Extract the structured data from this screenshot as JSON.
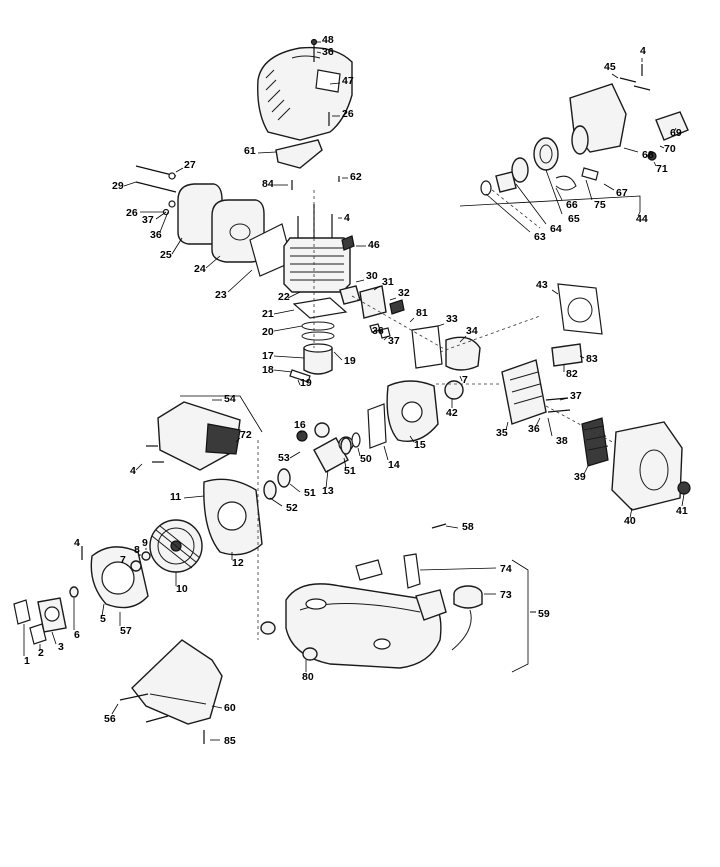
{
  "diagram": {
    "callouts": [
      {
        "label": "48"
      },
      {
        "label": "36"
      },
      {
        "label": "47"
      },
      {
        "label": "26"
      },
      {
        "label": "61"
      },
      {
        "label": "62"
      },
      {
        "label": "84"
      },
      {
        "label": "27"
      },
      {
        "label": "29"
      },
      {
        "label": "26"
      },
      {
        "label": "37"
      },
      {
        "label": "36"
      },
      {
        "label": "25"
      },
      {
        "label": "24"
      },
      {
        "label": "23"
      },
      {
        "label": "4"
      },
      {
        "label": "46"
      },
      {
        "label": "22"
      },
      {
        "label": "30"
      },
      {
        "label": "31"
      },
      {
        "label": "32"
      },
      {
        "label": "21"
      },
      {
        "label": "20"
      },
      {
        "label": "17"
      },
      {
        "label": "18"
      },
      {
        "label": "19"
      },
      {
        "label": "19"
      },
      {
        "label": "81"
      },
      {
        "label": "36"
      },
      {
        "label": "37"
      },
      {
        "label": "33"
      },
      {
        "label": "34"
      },
      {
        "label": "7"
      },
      {
        "label": "42"
      },
      {
        "label": "4"
      },
      {
        "label": "45"
      },
      {
        "label": "69"
      },
      {
        "label": "70"
      },
      {
        "label": "68"
      },
      {
        "label": "71"
      },
      {
        "label": "67"
      },
      {
        "label": "75"
      },
      {
        "label": "66"
      },
      {
        "label": "65"
      },
      {
        "label": "64"
      },
      {
        "label": "63"
      },
      {
        "label": "44"
      },
      {
        "label": "43"
      },
      {
        "label": "83"
      },
      {
        "label": "82"
      },
      {
        "label": "37"
      },
      {
        "label": "35"
      },
      {
        "label": "36"
      },
      {
        "label": "38"
      },
      {
        "label": "39"
      },
      {
        "label": "40"
      },
      {
        "label": "41"
      },
      {
        "label": "54"
      },
      {
        "label": "72"
      },
      {
        "label": "4"
      },
      {
        "label": "16"
      },
      {
        "label": "53"
      },
      {
        "label": "13"
      },
      {
        "label": "51"
      },
      {
        "label": "50"
      },
      {
        "label": "15"
      },
      {
        "label": "14"
      },
      {
        "label": "51"
      },
      {
        "label": "52"
      },
      {
        "label": "11"
      },
      {
        "label": "12"
      },
      {
        "label": "4"
      },
      {
        "label": "7"
      },
      {
        "label": "8"
      },
      {
        "label": "9"
      },
      {
        "label": "10"
      },
      {
        "label": "5"
      },
      {
        "label": "57"
      },
      {
        "label": "6"
      },
      {
        "label": "3"
      },
      {
        "label": "2"
      },
      {
        "label": "1"
      },
      {
        "label": "58"
      },
      {
        "label": "74"
      },
      {
        "label": "73"
      },
      {
        "label": "59"
      },
      {
        "label": "80"
      },
      {
        "label": "60"
      },
      {
        "label": "56"
      },
      {
        "label": "85"
      }
    ]
  }
}
